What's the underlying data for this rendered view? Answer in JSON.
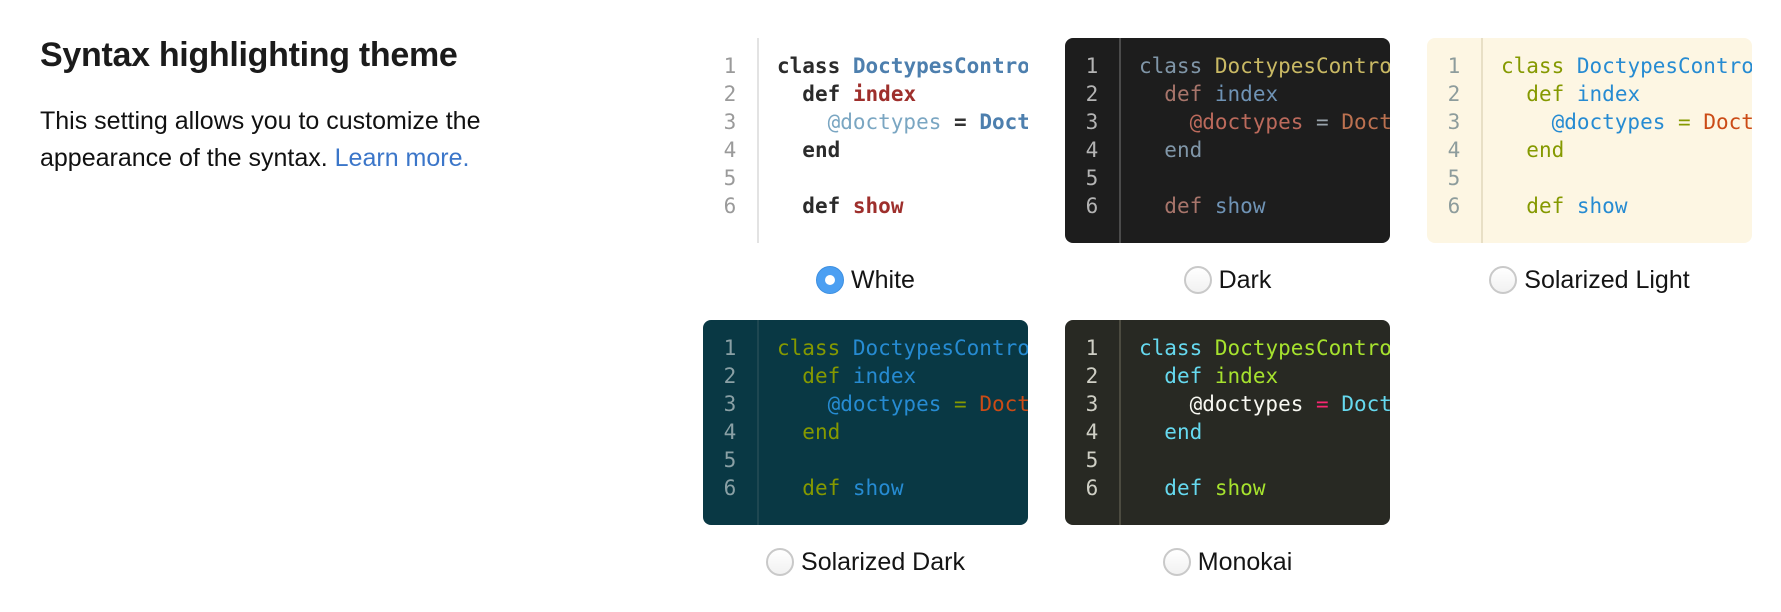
{
  "section": {
    "title": "Syntax highlighting theme",
    "description_before_link": "This setting allows you to customize the appearance of the syntax. ",
    "link_label": "Learn more.",
    "link_color": "#3b76c9",
    "text_color": "#111111"
  },
  "code": {
    "line_numbers": [
      "1",
      "2",
      "3",
      "4",
      "5",
      "6"
    ],
    "lines": [
      [
        {
          "t": "kw",
          "x": "class"
        },
        {
          "t": "plain",
          "x": " "
        },
        {
          "t": "cls",
          "x": "DoctypesController"
        }
      ],
      [
        {
          "t": "plain",
          "x": "  "
        },
        {
          "t": "kwd",
          "x": "def"
        },
        {
          "t": "plain",
          "x": " "
        },
        {
          "t": "fn",
          "x": "index"
        }
      ],
      [
        {
          "t": "plain",
          "x": "    "
        },
        {
          "t": "ivar",
          "x": "@doctypes"
        },
        {
          "t": "plain",
          "x": " "
        },
        {
          "t": "op",
          "x": "="
        },
        {
          "t": "plain",
          "x": " "
        },
        {
          "t": "const",
          "x": "Doctype.all"
        }
      ],
      [
        {
          "t": "plain",
          "x": "  "
        },
        {
          "t": "kw",
          "x": "end"
        }
      ],
      [],
      [
        {
          "t": "plain",
          "x": "  "
        },
        {
          "t": "kwd",
          "x": "def"
        },
        {
          "t": "plain",
          "x": " "
        },
        {
          "t": "fn",
          "x": "show"
        }
      ]
    ]
  },
  "themes": [
    {
      "id": "white",
      "label": "White",
      "selected": true,
      "colors": {
        "bg": "#ffffff",
        "plain": "#333333",
        "gutter_text": "#9a9a9a",
        "gutter_border": "#e3e3e3",
        "kw": "#2b2b2b",
        "kwd": "#2b2b2b",
        "cls": "#4d7fae",
        "fn": "#9e2f2c",
        "ivar": "#7aa6c2",
        "op": "#333333",
        "const": "#4d7fae",
        "bold": true
      }
    },
    {
      "id": "dark",
      "label": "Dark",
      "selected": false,
      "colors": {
        "bg": "#1d1d1d",
        "plain": "#c8c8c8",
        "gutter_text": "#b4b4b4",
        "gutter_border": "#4b4b4b",
        "kw": "#8096a8",
        "kwd": "#a8756b",
        "cls": "#c9b964",
        "fn": "#6f93b5",
        "ivar": "#bc6a5c",
        "op": "#9aa5ad",
        "const": "#bc7150",
        "bold": false
      }
    },
    {
      "id": "solarized-light",
      "label": "Solarized Light",
      "selected": false,
      "colors": {
        "bg": "#fdf6e3",
        "plain": "#657b83",
        "gutter_text": "#8d9c9c",
        "gutter_border": "#e8dfc5",
        "kw": "#859900",
        "kwd": "#859900",
        "cls": "#268bd2",
        "fn": "#268bd2",
        "ivar": "#268bd2",
        "op": "#859900",
        "const": "#cb4b16",
        "bold": false
      }
    },
    {
      "id": "solarized-dark",
      "label": "Solarized Dark",
      "selected": false,
      "colors": {
        "bg": "#093844",
        "plain": "#93a1a1",
        "gutter_text": "#8aa0a5",
        "gutter_border": "#1e4751",
        "kw": "#859900",
        "kwd": "#859900",
        "cls": "#268bd2",
        "fn": "#268bd2",
        "ivar": "#268bd2",
        "op": "#859900",
        "const": "#cb4b16",
        "bold": false
      }
    },
    {
      "id": "monokai",
      "label": "Monokai",
      "selected": false,
      "colors": {
        "bg": "#282923",
        "plain": "#f8f8f2",
        "gutter_text": "#cfcfc5",
        "gutter_border": "#4c4b40",
        "kw": "#66d9ef",
        "kwd": "#66d9ef",
        "cls": "#a6e22e",
        "fn": "#a6e22e",
        "ivar": "#f8f8f2",
        "op": "#f92672",
        "const": "#66d9ef",
        "bold": false
      }
    }
  ],
  "radio": {
    "selected_fill": "#4b9ff2",
    "selected_dot": "#ffffff",
    "unselected_border": "#c8c8c8",
    "label_color": "#141414"
  }
}
